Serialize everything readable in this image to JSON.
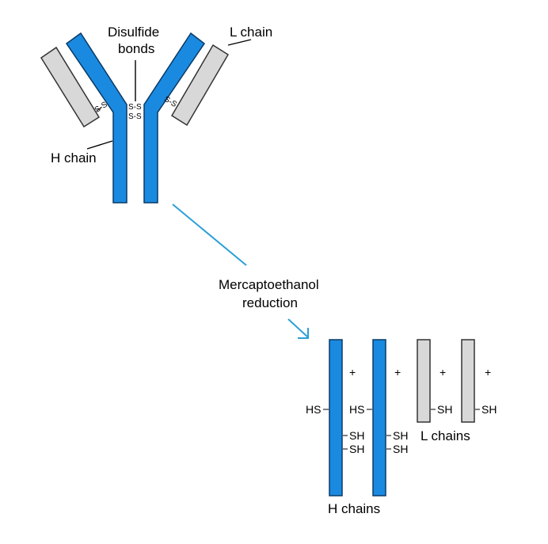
{
  "labels": {
    "disulfide_line1": "Disulfide",
    "disulfide_line2": "bonds",
    "l_chain": "L chain",
    "h_chain": "H chain",
    "reduction_line1": "Mercaptoethanol",
    "reduction_line2": "reduction",
    "h_chains": "H chains",
    "l_chains": "L chains",
    "ss": "S-S",
    "hs": "HS",
    "sh": "SH",
    "plus": "+"
  },
  "colors": {
    "heavy_chain": "#1a8ae0",
    "light_chain": "#d8d8d8",
    "arrow": "#2a9fd6",
    "text": "#000000"
  }
}
